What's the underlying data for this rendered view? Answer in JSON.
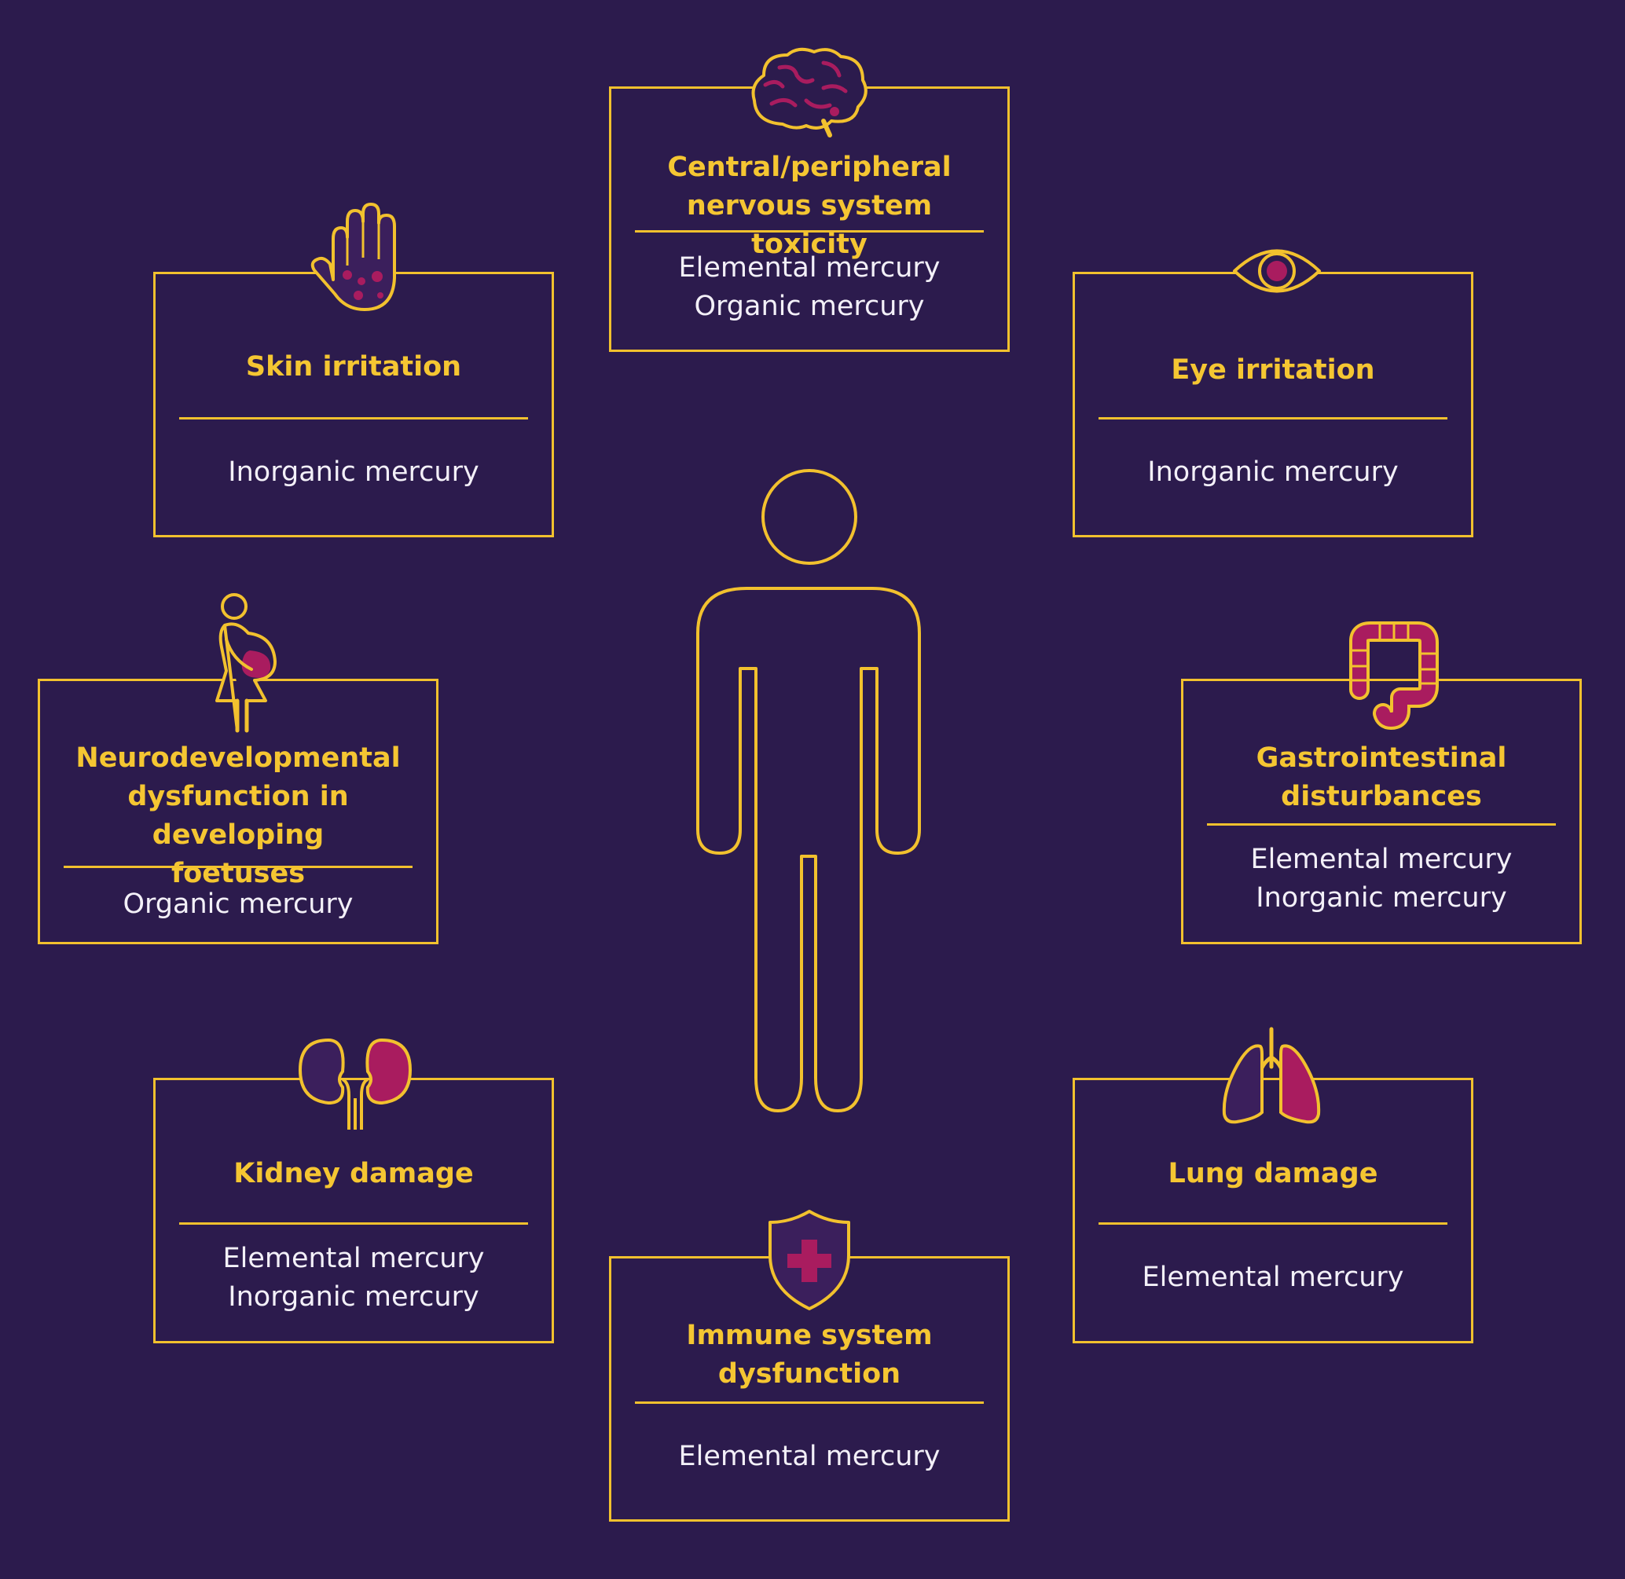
{
  "colors": {
    "background": "#2c1b4d",
    "accent_yellow": "#f2c12e",
    "accent_magenta": "#a91c5f",
    "text_light": "#f3f0f8",
    "icon_dark": "#3b1f5c"
  },
  "figure": {
    "icon": "human-body-outline-icon"
  },
  "cards": {
    "nervous": {
      "icon": "brain-icon",
      "title_lines": [
        "Central/peripheral",
        "nervous system toxicity"
      ],
      "lines": [
        "Elemental mercury",
        "Organic mercury"
      ]
    },
    "skin": {
      "icon": "hand-icon",
      "title_lines": [
        "Skin irritation"
      ],
      "lines": [
        "Inorganic mercury"
      ]
    },
    "eye": {
      "icon": "eye-icon",
      "title_lines": [
        "Eye irritation"
      ],
      "lines": [
        "Inorganic mercury"
      ]
    },
    "neuro": {
      "icon": "pregnant-woman-icon",
      "title_lines": [
        "Neurodevelopmental",
        "dysfunction in developing",
        "foetuses"
      ],
      "lines": [
        "Organic mercury"
      ]
    },
    "gastro": {
      "icon": "intestine-icon",
      "title_lines": [
        "Gastrointestinal",
        "disturbances"
      ],
      "lines": [
        "Elemental mercury",
        "Inorganic mercury"
      ]
    },
    "kidney": {
      "icon": "kidney-icon",
      "title_lines": [
        "Kidney damage"
      ],
      "lines": [
        "Elemental mercury",
        "Inorganic mercury"
      ]
    },
    "lung": {
      "icon": "lung-icon",
      "title_lines": [
        "Lung damage"
      ],
      "lines": [
        "Elemental mercury"
      ]
    },
    "immune": {
      "icon": "shield-cross-icon",
      "title_lines": [
        "Immune system",
        "dysfunction"
      ],
      "lines": [
        "Elemental mercury"
      ]
    }
  }
}
